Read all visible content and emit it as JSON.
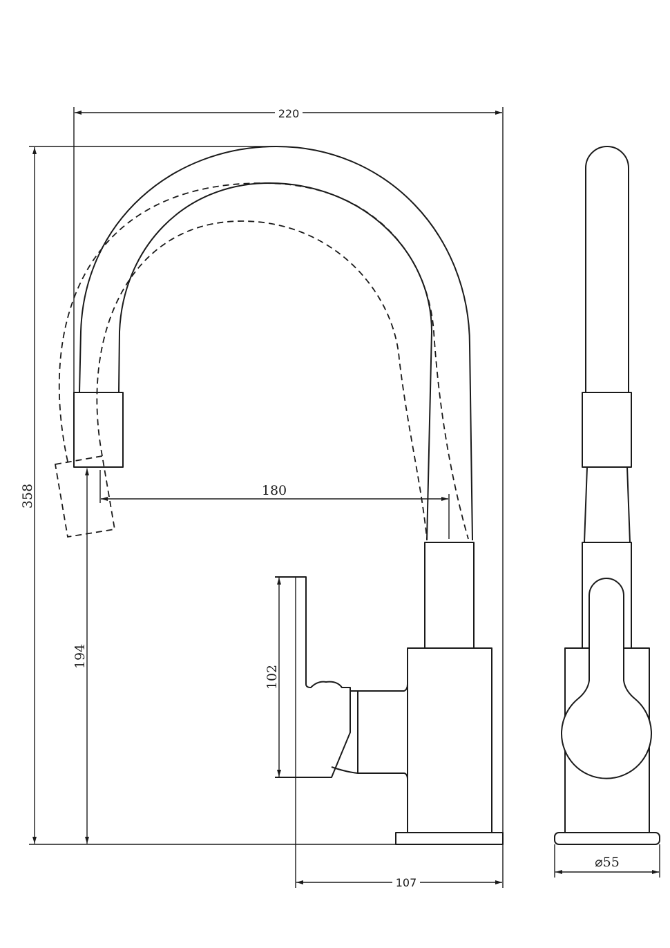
{
  "drawing": {
    "dimensions": {
      "overall_width": "220",
      "overall_height": "358",
      "spout_reach": "180",
      "spout_outlet_height": "194",
      "handle_height": "102",
      "body_depth": "107",
      "base_diameter": "⌀55"
    }
  }
}
